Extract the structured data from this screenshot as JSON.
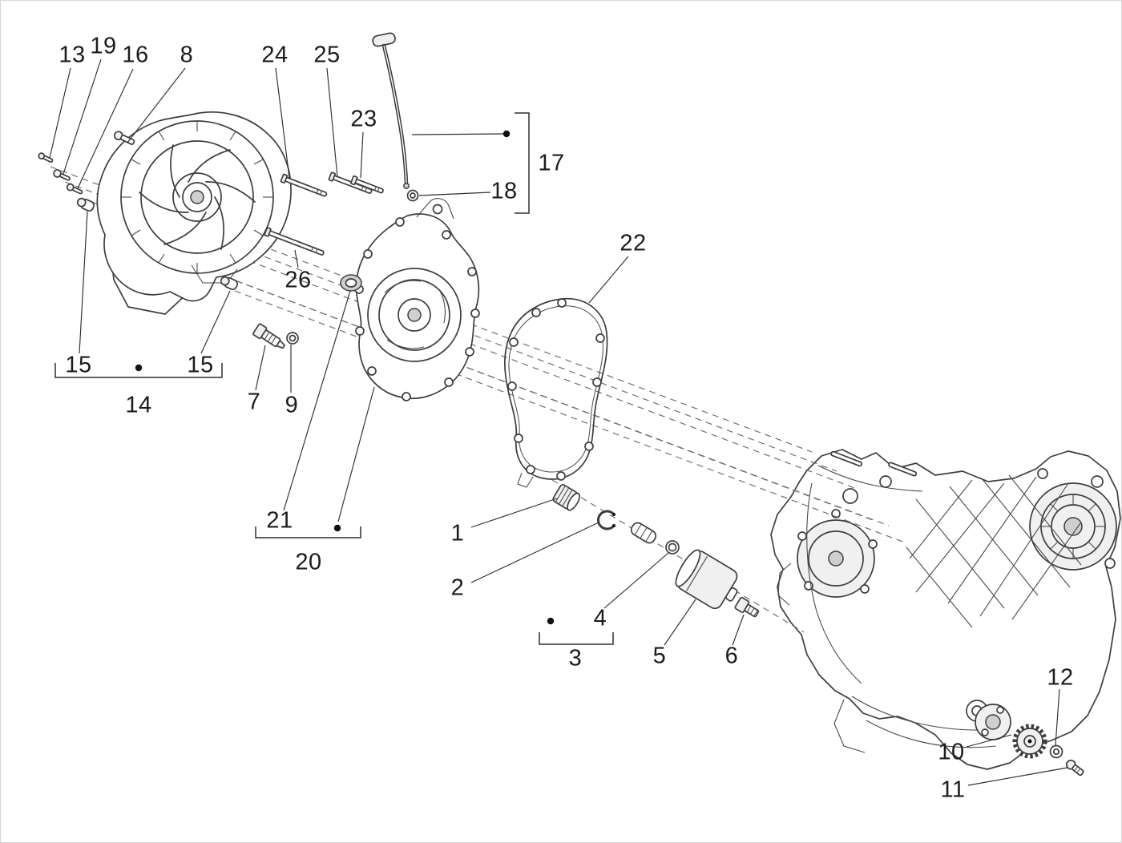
{
  "diagram": {
    "kind": "exploded-parts-diagram",
    "background": "#ffffff",
    "line_color": "#3d3d3d",
    "label_color": "#1c1c1c"
  },
  "callouts": [
    {
      "id": "13",
      "label": "13"
    },
    {
      "id": "19",
      "label": "19"
    },
    {
      "id": "16",
      "label": "16"
    },
    {
      "id": "8",
      "label": "8"
    },
    {
      "id": "24",
      "label": "24"
    },
    {
      "id": "25",
      "label": "25"
    },
    {
      "id": "23",
      "label": "23"
    },
    {
      "id": "17",
      "label": "17"
    },
    {
      "id": "18",
      "label": "18"
    },
    {
      "id": "22",
      "label": "22"
    },
    {
      "id": "26",
      "label": "26"
    },
    {
      "id": "15-left",
      "label": "15"
    },
    {
      "id": "15-right",
      "label": "15"
    },
    {
      "id": "14",
      "label": "14"
    },
    {
      "id": "7",
      "label": "7"
    },
    {
      "id": "9",
      "label": "9"
    },
    {
      "id": "21",
      "label": "21"
    },
    {
      "id": "20",
      "label": "20"
    },
    {
      "id": "1",
      "label": "1"
    },
    {
      "id": "2",
      "label": "2"
    },
    {
      "id": "4",
      "label": "4"
    },
    {
      "id": "3",
      "label": "3"
    },
    {
      "id": "5",
      "label": "5"
    },
    {
      "id": "6",
      "label": "6"
    },
    {
      "id": "12",
      "label": "12"
    },
    {
      "id": "10",
      "label": "10"
    },
    {
      "id": "11",
      "label": "11"
    }
  ]
}
